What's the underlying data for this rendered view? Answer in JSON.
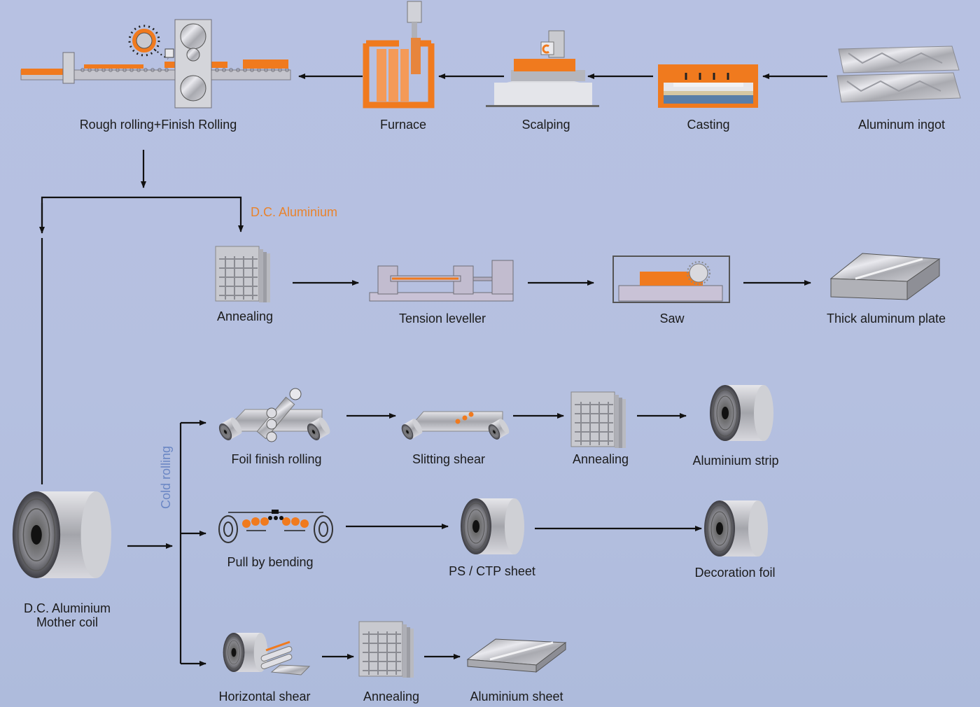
{
  "colors": {
    "background": "#b6c0e1",
    "accent": "#f07a1e",
    "metal": "#c9c9cf",
    "arrow": "#111111",
    "note": "#e8832d",
    "cold_rolling": "#6a86c4"
  },
  "top_row": {
    "rough_finish": "Rough rolling+Finish Rolling",
    "furnace": "Furnace",
    "scalping": "Scalping",
    "casting": "Casting",
    "ingot": "Aluminum ingot"
  },
  "branch_note": "D.C. Aluminium",
  "plate_row": {
    "annealing": "Annealing",
    "tension_leveller": "Tension leveller",
    "saw": "Saw",
    "thick_plate": "Thick aluminum plate"
  },
  "mother_coil": {
    "line1": "D.C. Aluminium",
    "line2": "Mother coil"
  },
  "cold_rolling": "Cold rolling",
  "strip_row": {
    "foil_finish_rolling": "Foil finish rolling",
    "slitting_shear": "Slitting shear",
    "annealing": "Annealing",
    "strip": "Aluminium strip"
  },
  "bending_row": {
    "pull_by_bending": "Pull by bending",
    "ps_ctp": "PS / CTP sheet",
    "decoration_foil": "Decoration foil"
  },
  "sheet_row": {
    "horizontal_shear": "Horizontal shear",
    "annealing": "Annealing",
    "sheet": "Aluminium sheet"
  }
}
